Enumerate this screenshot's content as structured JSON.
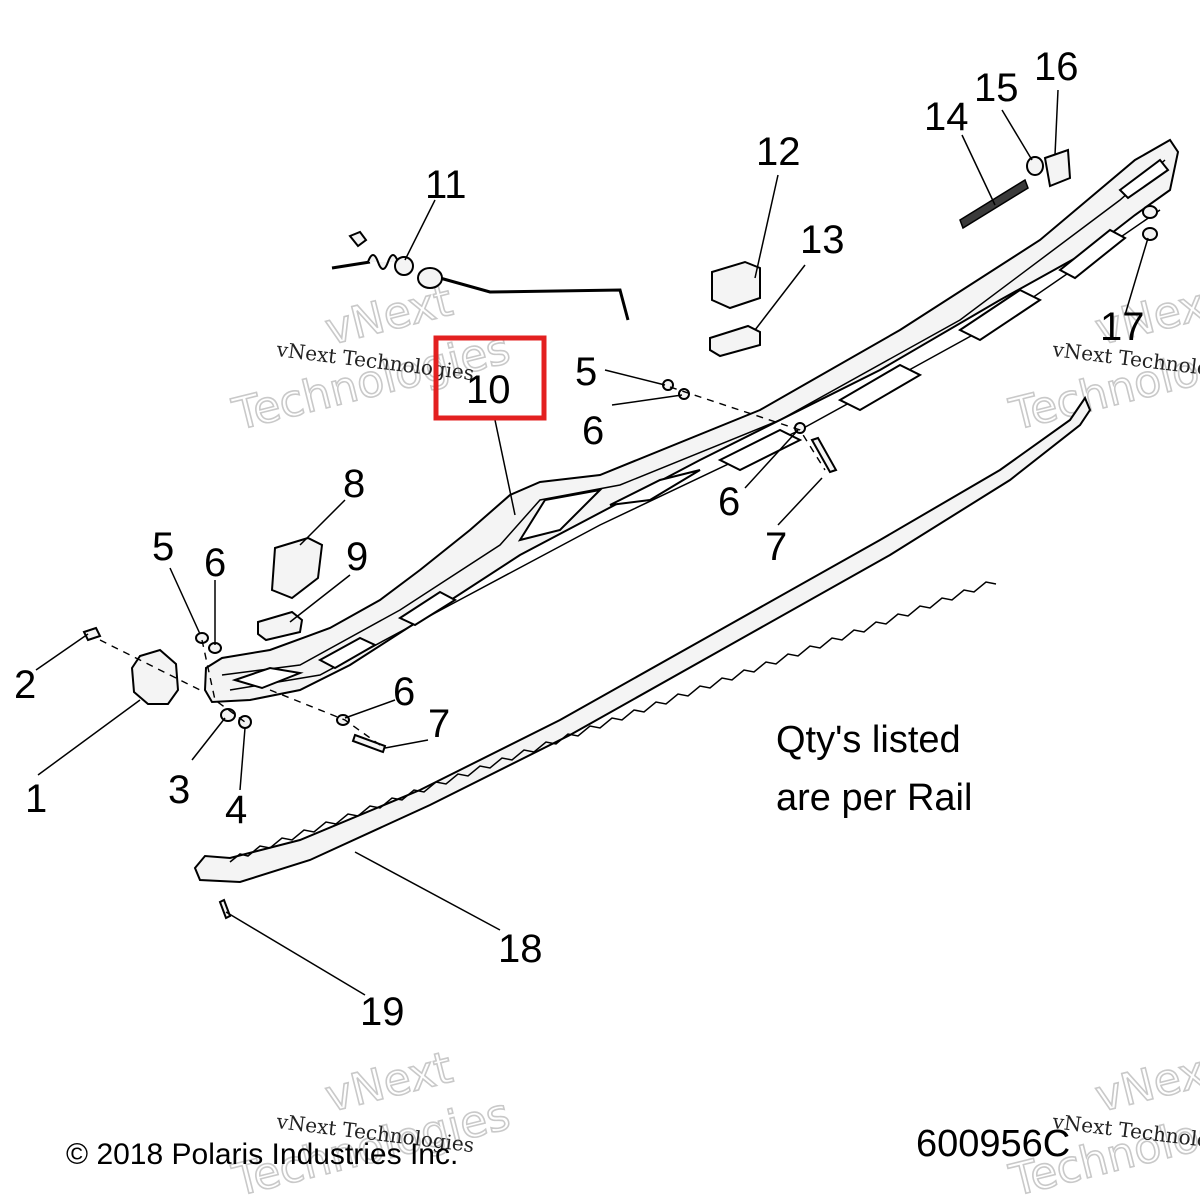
{
  "callouts": {
    "c1": "1",
    "c2": "2",
    "c3": "3",
    "c4": "4",
    "c5a": "5",
    "c5b": "5",
    "c6a": "6",
    "c6b": "6",
    "c6c": "6",
    "c6d": "6",
    "c7a": "7",
    "c7b": "7",
    "c8": "8",
    "c9": "9",
    "c10": "10",
    "c11": "11",
    "c12": "12",
    "c13": "13",
    "c14": "14",
    "c15": "15",
    "c16": "16",
    "c17": "17",
    "c18": "18",
    "c19": "19"
  },
  "note": {
    "line1": "Qty's listed",
    "line2": "are per Rail"
  },
  "copyright": "© 2018 Polaris Industries Inc.",
  "drawing_number": "600956C",
  "watermark": {
    "small": "vNext Technologies",
    "big": "Technologies",
    "brand": "vNext"
  },
  "highlight_color": "#e32020"
}
